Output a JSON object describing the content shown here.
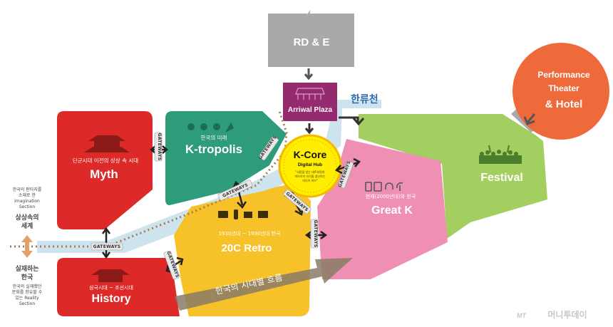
{
  "zones": {
    "rnd": {
      "title": "RD & E"
    },
    "arrival": {
      "title": "Arriwal Plaza"
    },
    "stream": {
      "label": "한류천"
    },
    "performance": {
      "line1": "Performance",
      "line2": "Theater",
      "line3": "& Hotel"
    },
    "myth": {
      "subtitle": "단군시대 이전의 상상 속 시대",
      "title": "Myth"
    },
    "ktropolis": {
      "subtitle": "한국의 미래",
      "title": "K-tropolis"
    },
    "kcore": {
      "title": "K-Core",
      "subtitle": "Digital Hub",
      "desc1": "\"사람을 잇는 네트워킹의",
      "desc2": "허브이자 지식을 생산하는",
      "desc3": "미디어 허브\""
    },
    "greatk": {
      "subtitle": "현재(2000년대)와 한국",
      "title": "Great K"
    },
    "festival": {
      "title": "Festival"
    },
    "retro": {
      "subtitle": "1930년대 ~ 1990년대 한국",
      "title": "20C Retro"
    },
    "history": {
      "subtitle": "삼국시대 ~ 조선시대",
      "title": "History"
    }
  },
  "flow_label": "한국의 시대별 흐름",
  "gateway_label": "GATEWAYS",
  "side": {
    "upper_desc": [
      "한국의 판타지를",
      "소재로 한",
      "Imagination",
      "Section"
    ],
    "upper_title": [
      "상상속의",
      "세계"
    ],
    "lower_title": [
      "실재하는",
      "한국"
    ],
    "lower_desc": [
      "한국의 실재했던",
      "문화를 향유할 수",
      "있는 Reality",
      "Section"
    ]
  },
  "watermark": "머니투데이",
  "watermark_logo": "MT",
  "colors": {
    "gray": "#a9a9a9",
    "purple": "#962a6e",
    "orange": "#ef6a3a",
    "red": "#dd2a29",
    "teal": "#2e9b7a",
    "yellow": "#f7c12a",
    "pink": "#f08fb4",
    "green": "#a2cf5f",
    "river": "#cde4ee",
    "kcore": "#ffee00"
  }
}
